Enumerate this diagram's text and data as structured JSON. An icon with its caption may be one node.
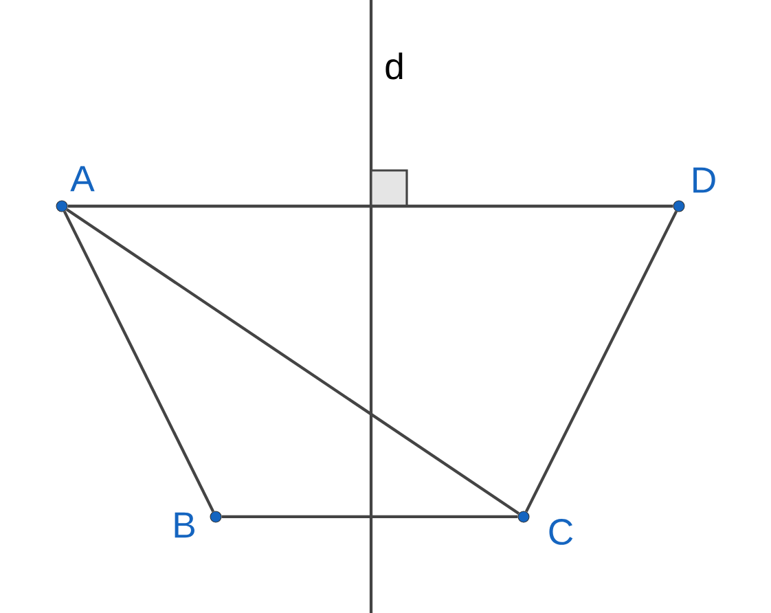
{
  "diagram": {
    "nodes": [
      {
        "text": [
          "A"
        ]
      },
      {
        "text": [
          "D"
        ]
      },
      {
        "text": [
          "B"
        ]
      },
      {
        "text": [
          "C"
        ]
      }
    ],
    "edges": [
      {
        "from": 0,
        "to": 1,
        "arrow": "none"
      },
      {
        "from": 0,
        "to": 2,
        "arrow": "none"
      },
      {
        "from": 2,
        "to": 3,
        "arrow": "none"
      },
      {
        "from": 3,
        "to": 1,
        "arrow": "none"
      },
      {
        "from": 0,
        "to": 3,
        "arrow": "none"
      }
    ],
    "labels": [
      "d"
    ]
  }
}
